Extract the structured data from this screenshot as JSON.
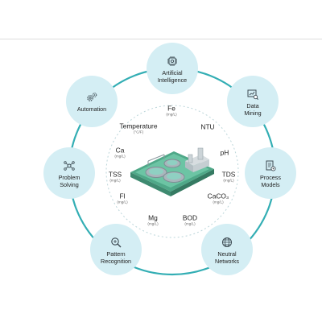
{
  "colors": {
    "ring": "#33aeb4",
    "node_fill": "#d4eef4",
    "icon_stroke": "#3c4a52",
    "plant_green": "#5fb89a",
    "plant_gray": "#b9c2c7"
  },
  "nodes": [
    {
      "label": "Artificial\nIntelligence",
      "icon": "ai-chip-icon"
    },
    {
      "label": "Data\nMining",
      "icon": "data-mining-icon"
    },
    {
      "label": "Process\nModels",
      "icon": "process-models-icon"
    },
    {
      "label": "Neutral\nNetworks",
      "icon": "network-globe-icon"
    },
    {
      "label": "Pattern\nRecognition",
      "icon": "magnifier-icon"
    },
    {
      "label": "Problem\nSolving",
      "icon": "problem-solving-icon"
    },
    {
      "label": "Automation",
      "icon": "gears-icon"
    }
  ],
  "params": [
    {
      "name": "Fe",
      "unit": "(mg/L)"
    },
    {
      "name": "NTU",
      "unit": ""
    },
    {
      "name": "pH",
      "unit": ""
    },
    {
      "name": "TDS",
      "unit": "(mg/L)"
    },
    {
      "name": "CaCO₃",
      "unit": "(mg/L)"
    },
    {
      "name": "BOD",
      "unit": "(mg/L)"
    },
    {
      "name": "Mg",
      "unit": "(mg/L)"
    },
    {
      "name": "Fl",
      "unit": "(mg/L)"
    },
    {
      "name": "TSS",
      "unit": "(mg/L)"
    },
    {
      "name": "Ca",
      "unit": "(mg/L)"
    },
    {
      "name": "Temperature",
      "unit": "(°C/F)"
    }
  ]
}
